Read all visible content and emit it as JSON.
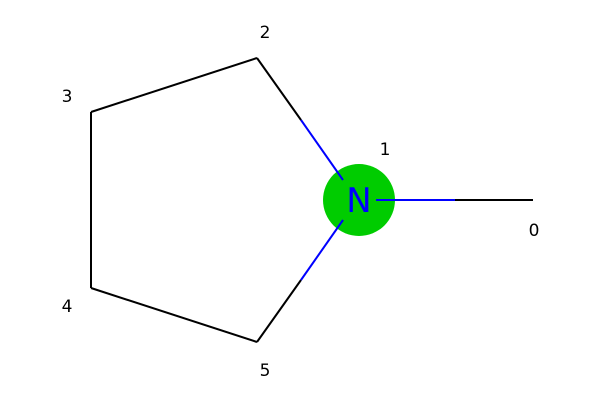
{
  "molecule": {
    "highlight_color": "#00cc00",
    "bond_color": "#000000",
    "heteroatom_color": "#0000ff",
    "atoms": [
      {
        "index": "0",
        "symbol": ""
      },
      {
        "index": "1",
        "symbol": "N"
      },
      {
        "index": "2",
        "symbol": ""
      },
      {
        "index": "3",
        "symbol": ""
      },
      {
        "index": "4",
        "symbol": ""
      },
      {
        "index": "5",
        "symbol": ""
      }
    ]
  }
}
